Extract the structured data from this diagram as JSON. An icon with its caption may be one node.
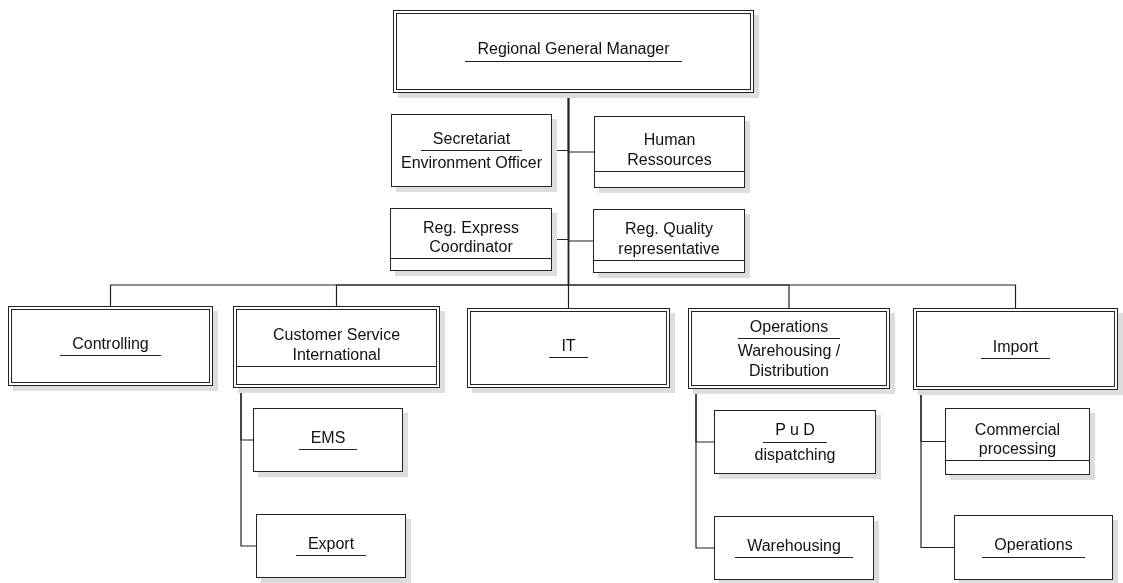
{
  "diagram": {
    "nodes": [
      {
        "text": [
          "Regional General Manager"
        ]
      },
      {
        "text": [
          "Secretariat",
          "Environment Officer"
        ]
      },
      {
        "text": [
          "Human Ressources"
        ]
      },
      {
        "text": [
          "Reg. Express Coordinator"
        ]
      },
      {
        "text": [
          "Reg. Quality representative"
        ]
      },
      {
        "text": [
          "Controlling"
        ]
      },
      {
        "text": [
          "Customer Service International"
        ]
      },
      {
        "text": [
          "IT"
        ]
      },
      {
        "text": [
          "Operations",
          "Warehousing / Distribution"
        ]
      },
      {
        "text": [
          "Import"
        ]
      },
      {
        "text": [
          "EMS"
        ]
      },
      {
        "text": [
          "Export"
        ]
      },
      {
        "text": [
          "P u D",
          "dispatching"
        ]
      },
      {
        "text": [
          "Warehousing"
        ]
      },
      {
        "text": [
          "Commercial processing"
        ]
      },
      {
        "text": [
          "Operations"
        ]
      }
    ],
    "edges": [
      {
        "from": 0,
        "to": 1,
        "arrow": "none"
      },
      {
        "from": 0,
        "to": 2,
        "arrow": "none"
      },
      {
        "from": 0,
        "to": 3,
        "arrow": "none"
      },
      {
        "from": 0,
        "to": 4,
        "arrow": "none"
      },
      {
        "from": 0,
        "to": 5,
        "arrow": "none"
      },
      {
        "from": 0,
        "to": 6,
        "arrow": "none"
      },
      {
        "from": 0,
        "to": 7,
        "arrow": "none"
      },
      {
        "from": 0,
        "to": 8,
        "arrow": "none"
      },
      {
        "from": 0,
        "to": 9,
        "arrow": "none"
      },
      {
        "from": 6,
        "to": 10,
        "arrow": "none"
      },
      {
        "from": 6,
        "to": 11,
        "arrow": "none"
      },
      {
        "from": 8,
        "to": 12,
        "arrow": "none"
      },
      {
        "from": 8,
        "to": 13,
        "arrow": "none"
      },
      {
        "from": 9,
        "to": 14,
        "arrow": "none"
      },
      {
        "from": 9,
        "to": 15,
        "arrow": "none"
      }
    ]
  }
}
